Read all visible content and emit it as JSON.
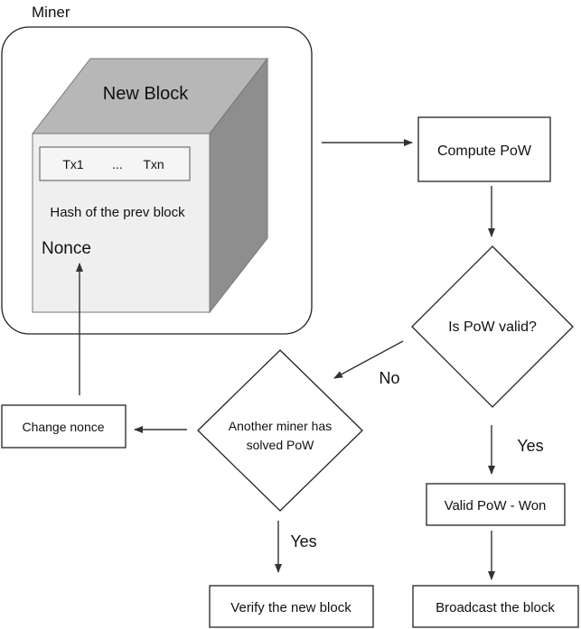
{
  "miner": {
    "label": "Miner",
    "block": {
      "title": "New Block",
      "tx_first": "Tx1",
      "tx_ellipsis": "...",
      "tx_last": "Txn",
      "prev_hash": "Hash of the prev block",
      "nonce": "Nonce"
    }
  },
  "nodes": {
    "compute_pow": "Compute PoW",
    "is_pow_valid": "Is PoW valid?",
    "another_miner_line1": "Another miner has",
    "another_miner_line2": "solved PoW",
    "change_nonce": "Change nonce",
    "valid_pow_won": "Valid PoW - Won",
    "verify_block": "Verify the new block",
    "broadcast_block": "Broadcast the block"
  },
  "edge_labels": {
    "no": "No",
    "yes_valid": "Yes",
    "yes_another": "Yes"
  }
}
